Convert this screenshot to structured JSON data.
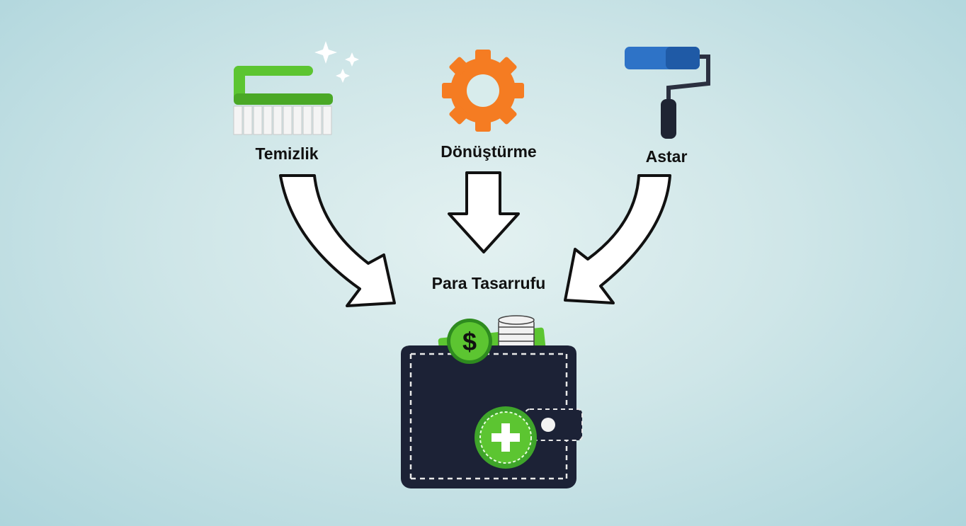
{
  "steps": [
    {
      "label": "Temizlik",
      "icon": "brush-icon"
    },
    {
      "label": "Dönüştürme",
      "icon": "gear-icon"
    },
    {
      "label": "Astar",
      "icon": "paint-roller-icon"
    }
  ],
  "result": {
    "label": "Para Tasarrufu",
    "icon": "wallet-icon",
    "coin_symbol": "$",
    "badge_symbol": "+"
  },
  "colors": {
    "green": "#5cc531",
    "orange": "#f57c22",
    "blue": "#2e73c7",
    "navy": "#1c2236"
  }
}
